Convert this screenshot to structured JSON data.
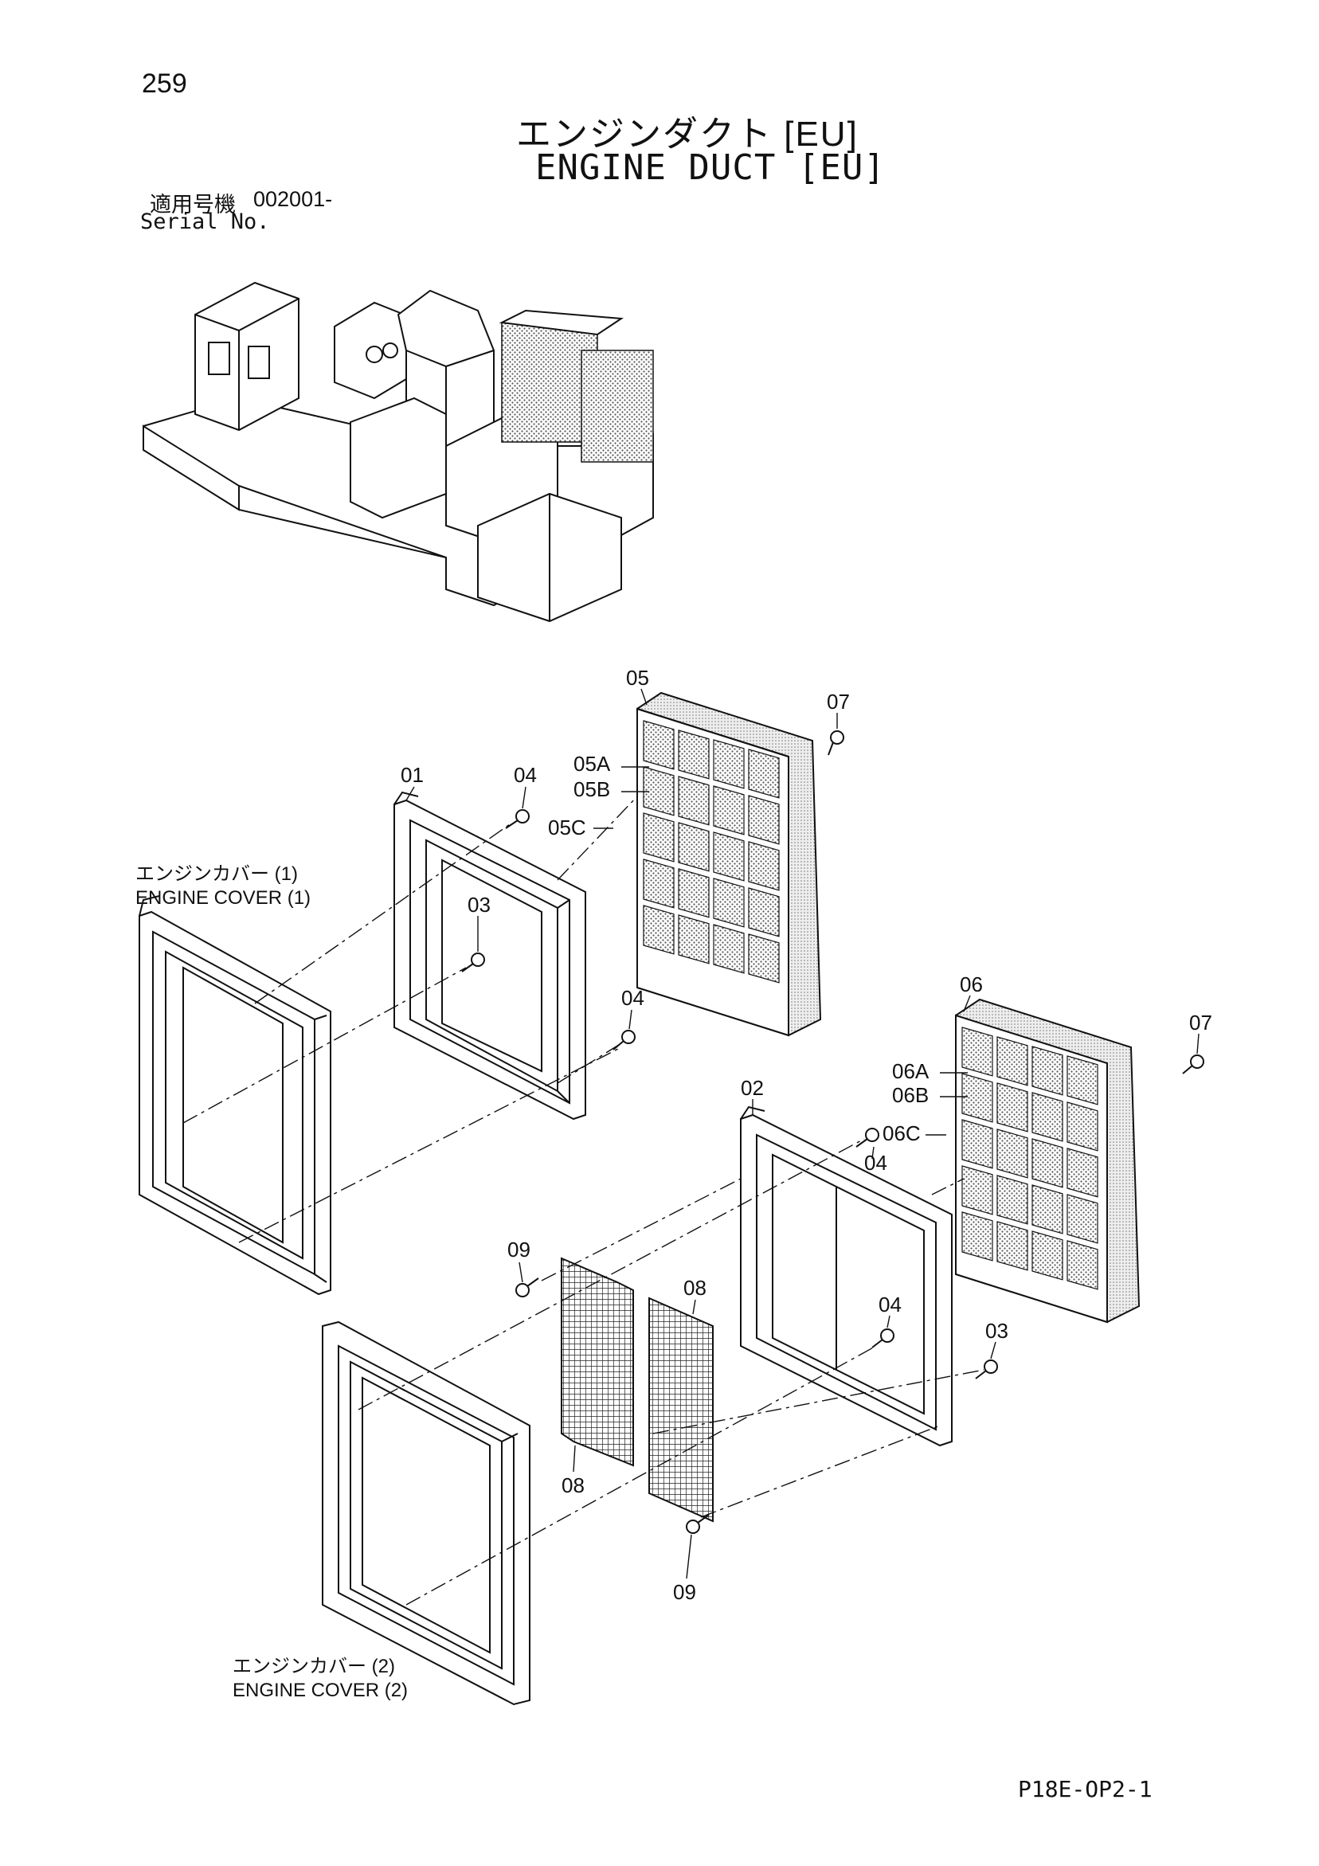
{
  "page_number": "259",
  "title_jp": "エンジンダクト [EU]",
  "title_en": "ENGINE DUCT [EU]",
  "serial_label_jp": "適用号機",
  "serial_value": "002001-",
  "serial_label_en": "Serial No.",
  "doc_code": "P18E-OP2-1",
  "callouts": {
    "c01": "01",
    "c02": "02",
    "c03a": "03",
    "c03b": "03",
    "c04a": "04",
    "c04b": "04",
    "c04c": "04",
    "c04d": "04",
    "c05": "05",
    "c05A": "05A",
    "c05B": "05B",
    "c05C": "05C",
    "c06": "06",
    "c06A": "06A",
    "c06B": "06B",
    "c06C": "06C",
    "c07a": "07",
    "c07b": "07",
    "c08a": "08",
    "c08b": "08",
    "c09a": "09",
    "c09b": "09"
  },
  "labels": {
    "cover1_jp": "エンジンカバー (1)",
    "cover1_en": "ENGINE COVER (1)",
    "cover2_jp": "エンジンカバー (2)",
    "cover2_en": "ENGINE COVER (2)"
  }
}
